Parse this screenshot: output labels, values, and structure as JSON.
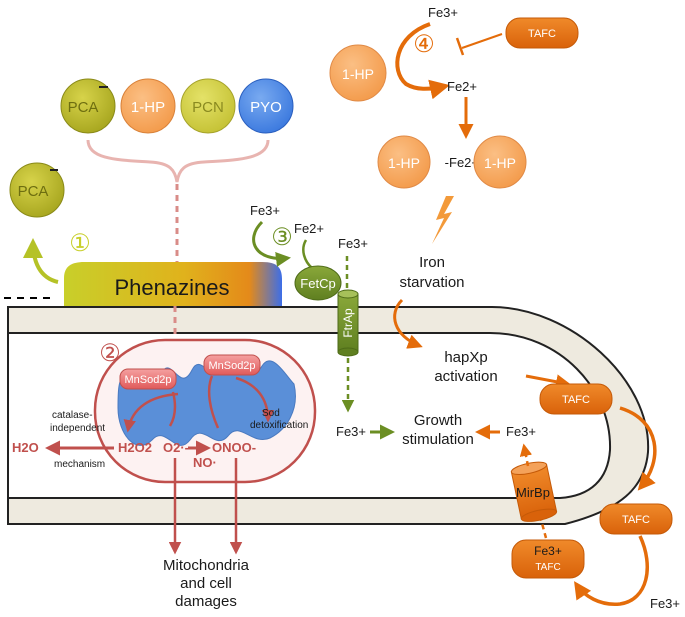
{
  "phenazines": {
    "circles": [
      "PCA",
      "1-HP",
      "PCN",
      "PYO"
    ],
    "released": "PCA",
    "bar_label": "Phenazines"
  },
  "steps": [
    "①",
    "②",
    "③",
    "④"
  ],
  "colors": {
    "pca": "#b5b52a",
    "hp": "#f4a460",
    "pcn": "#c8c83c",
    "pyo": "#4a86e8",
    "red": "#c0504d",
    "orange": "#e46c0a",
    "green": "#6b8e23",
    "tafc": "#e46c0a",
    "cell_wall": "#eeeadf"
  },
  "iron_uptake": {
    "fe3_in": "Fe3+",
    "fe2": "Fe2+",
    "fe3_out": "Fe3+",
    "fetcp": "FetCp",
    "ftrap": "FtrAp",
    "fe3_cytoplasm": "Fe3+"
  },
  "hp_chelation": {
    "fe3": "Fe3+",
    "hp": "1-HP",
    "fe2": "Fe2+",
    "tafc": "TAFC",
    "complex_left": "1-HP",
    "complex_mid": "-Fe2+-",
    "complex_right": "1-HP"
  },
  "iron_starvation": [
    "Iron",
    "starvation"
  ],
  "hapxp_activation": [
    "hapXp",
    "activation"
  ],
  "growth": [
    "Growth",
    "stimulation"
  ],
  "fe3_growth": "Fe3+",
  "tafc_labels": [
    "TAFC",
    "TAFC",
    "TAFC"
  ],
  "fe3_tafc": "Fe3+",
  "fe3_outside": "Fe3+",
  "mirbp": "MirBp",
  "mito": {
    "sod1": "MnSod2p",
    "sod2": "MnSod2p",
    "catalase": [
      "catalase-",
      "independent"
    ],
    "mechanism": "mechanism",
    "h2o": "H2O",
    "h2o2": "H2O2",
    "o2": "O2·-",
    "onoo": "ONOO-",
    "no": "NO·",
    "sod_detox": [
      "Sod",
      "detoxification"
    ]
  },
  "damage": [
    "Mitochondria",
    "and cell",
    "damages"
  ]
}
